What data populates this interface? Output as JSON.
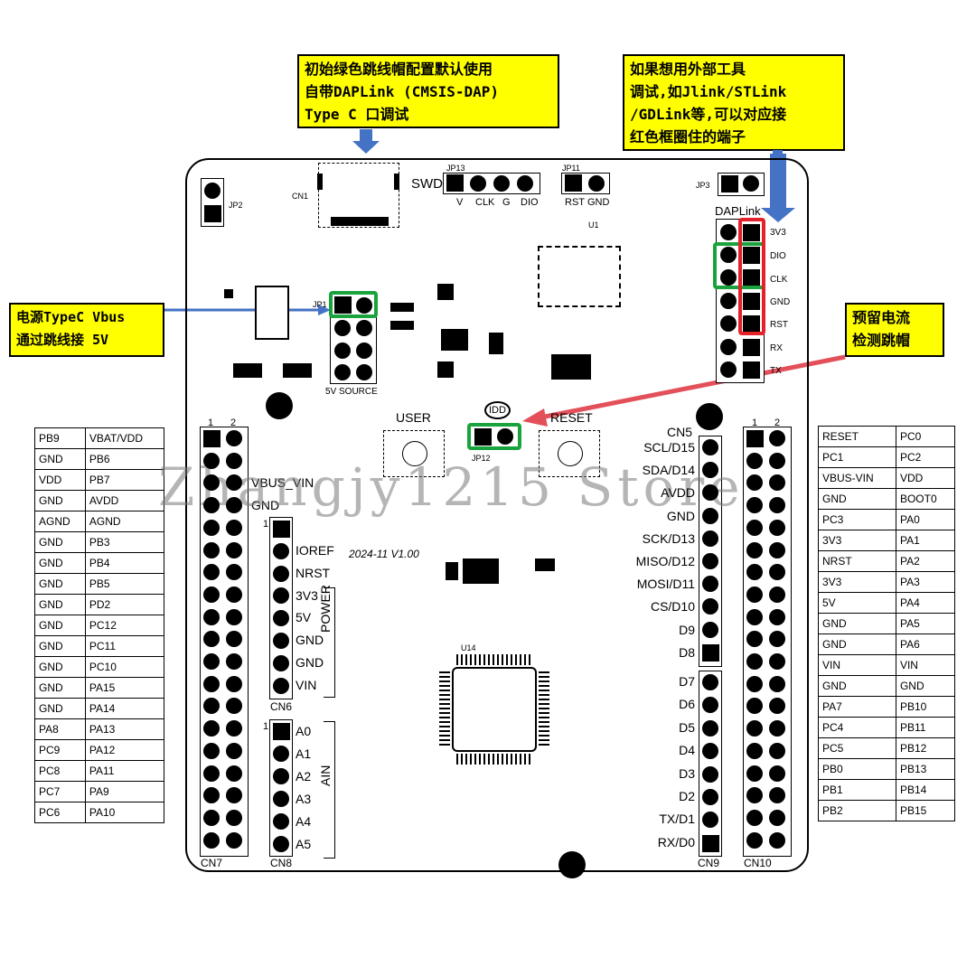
{
  "notes": {
    "top_left": "初始绿色跳线帽配置默认使用\n自带DAPLink (CMSIS-DAP)\nType C 口调试",
    "top_right": "如果想用外部工具\n调试,如Jlink/STLink\n/GDLink等,可以对应接\n红色框圈住的端子",
    "left": "电源TypeC Vbus\n通过跳线接 5V",
    "right": "预留电流\n检测跳帽"
  },
  "board": {
    "swd": "SWD",
    "jp13": "JP13",
    "jp13_pins": [
      "V",
      "CLK",
      "G",
      "DIO"
    ],
    "jp11": "JP11",
    "jp11_pins": [
      "RST",
      "GND"
    ],
    "jp3": "JP3",
    "jp2": "JP2",
    "jp1": "JP1",
    "jp12": "JP12",
    "cn1": "CN1",
    "daplink": "DAPLink",
    "daplink_pins": [
      "3V3",
      "DIO",
      "CLK",
      "GND",
      "RST",
      "RX",
      "TX"
    ],
    "source_5v": "5V SOURCE",
    "idd": "IDD",
    "user": "USER",
    "reset": "RESET",
    "version": "2024-11 V1.00",
    "cn5": "CN5",
    "cn6": "CN6",
    "cn7": "CN7",
    "cn8": "CN8",
    "cn9": "CN9",
    "cn10": "CN10",
    "u14": "U14",
    "u1": "U1",
    "power": "POWER",
    "ain": "AIN",
    "vbus_vin": "VBUS_VIN",
    "gnd": "GND",
    "cn6_pins": [
      "IOREF",
      "NRST",
      "3V3",
      "5V",
      "GND",
      "GND",
      "VIN"
    ],
    "cn8_pins": [
      "A0",
      "A1",
      "A2",
      "A3",
      "A4",
      "A5"
    ],
    "cn5_pins": [
      "SCL/D15",
      "SDA/D14",
      "AVDD",
      "GND",
      "SCK/D13",
      "MISO/D12",
      "MOSI/D11",
      "CS/D10",
      "D9",
      "D8"
    ],
    "cn9_pins": [
      "D7",
      "D6",
      "D5",
      "D4",
      "D3",
      "D2",
      "TX/D1",
      "RX/D0"
    ],
    "col_nums": [
      "1",
      "2"
    ]
  },
  "left_table": [
    [
      "PB9",
      "VBAT/VDD"
    ],
    [
      "GND",
      "PB6"
    ],
    [
      "VDD",
      "PB7"
    ],
    [
      "GND",
      "AVDD"
    ],
    [
      "AGND",
      "AGND"
    ],
    [
      "GND",
      "PB3"
    ],
    [
      "GND",
      "PB4"
    ],
    [
      "GND",
      "PB5"
    ],
    [
      "GND",
      "PD2"
    ],
    [
      "GND",
      "PC12"
    ],
    [
      "GND",
      "PC11"
    ],
    [
      "GND",
      "PC10"
    ],
    [
      "GND",
      "PA15"
    ],
    [
      "GND",
      "PA14"
    ],
    [
      "PA8",
      "PA13"
    ],
    [
      "PC9",
      "PA12"
    ],
    [
      "PC8",
      "PA11"
    ],
    [
      "PC7",
      "PA9"
    ],
    [
      "PC6",
      "PA10"
    ]
  ],
  "right_table": [
    [
      "RESET",
      "PC0"
    ],
    [
      "PC1",
      "PC2"
    ],
    [
      "VBUS-VIN",
      "VDD"
    ],
    [
      "GND",
      "BOOT0"
    ],
    [
      "PC3",
      "PA0"
    ],
    [
      "3V3",
      "PA1"
    ],
    [
      "NRST",
      "PA2"
    ],
    [
      "3V3",
      "PA3"
    ],
    [
      "5V",
      "PA4"
    ],
    [
      "GND",
      "PA5"
    ],
    [
      "GND",
      "PA6"
    ],
    [
      "VIN",
      "VIN"
    ],
    [
      "GND",
      "GND"
    ],
    [
      "PA7",
      "PB10"
    ],
    [
      "PC4",
      "PB11"
    ],
    [
      "PC5",
      "PB12"
    ],
    [
      "PB0",
      "PB13"
    ],
    [
      "PB1",
      "PB14"
    ],
    [
      "PB2",
      "PB15"
    ]
  ],
  "watermark": "Zhangjy1215 Store",
  "colors": {
    "note_bg": "#ffff00",
    "green_box": "#1aa33c",
    "red_box": "#e4202a",
    "blue_arrow": "#4472c4",
    "red_arrow": "#e4505a"
  }
}
